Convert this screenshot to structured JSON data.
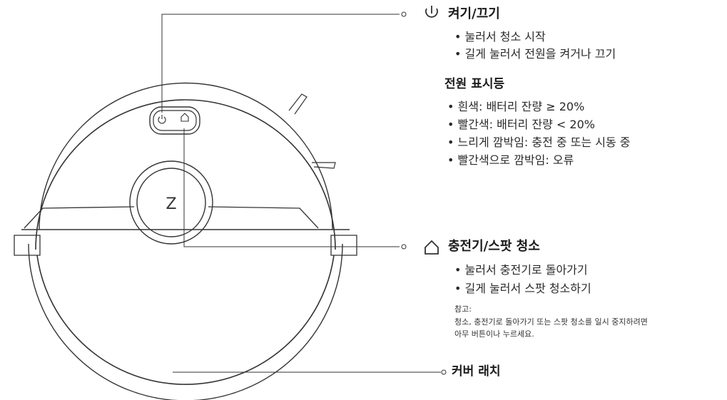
{
  "sections": {
    "power": {
      "title": "켜기/끄기",
      "icon": "power-icon",
      "items": [
        "• 눌러서 청소 시작",
        "• 길게 눌러서 전원을 켜거나 끄기"
      ]
    },
    "indicator": {
      "title": "전원 표시등",
      "items": [
        "• 흰색: 배터리 잔량 ≥ 20%",
        "• 빨간색: 배터리 잔량 < 20%",
        "• 느리게 깜박임: 충전 중 또는 시동 중",
        "• 빨간색으로 깜박임: 오류"
      ]
    },
    "home": {
      "title": "충전기/스팟 청소",
      "icon": "home-icon",
      "items": [
        "• 눌러서 충전기로 돌아가기",
        "• 길게 눌러서 스팟 청소하기"
      ]
    },
    "note": {
      "label": "참고:",
      "lines": [
        "청소, 충전기로 돌아가기 또는 스팟 청소를 일시 중지하려면",
        "아무 버튼이나 누르세요."
      ]
    },
    "latch": {
      "title": "커버 래치"
    }
  },
  "robot": {
    "logo": "Z"
  },
  "colors": {
    "line": "#333333",
    "text": "#1a1a1a"
  }
}
